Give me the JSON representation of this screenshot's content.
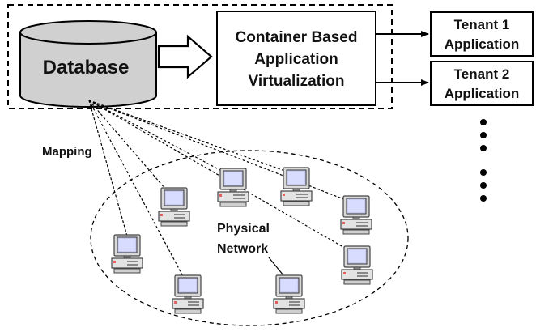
{
  "diagram": {
    "database_label": "Database",
    "container_label_lines": [
      "Container Based",
      "Application",
      "Virtualization"
    ],
    "tenants": [
      {
        "lines": [
          "Tenant 1",
          "Application"
        ]
      },
      {
        "lines": [
          "Tenant 2",
          "Application"
        ]
      }
    ],
    "mapping_label": "Mapping",
    "network_label_lines": [
      "Physical",
      "Network"
    ]
  }
}
